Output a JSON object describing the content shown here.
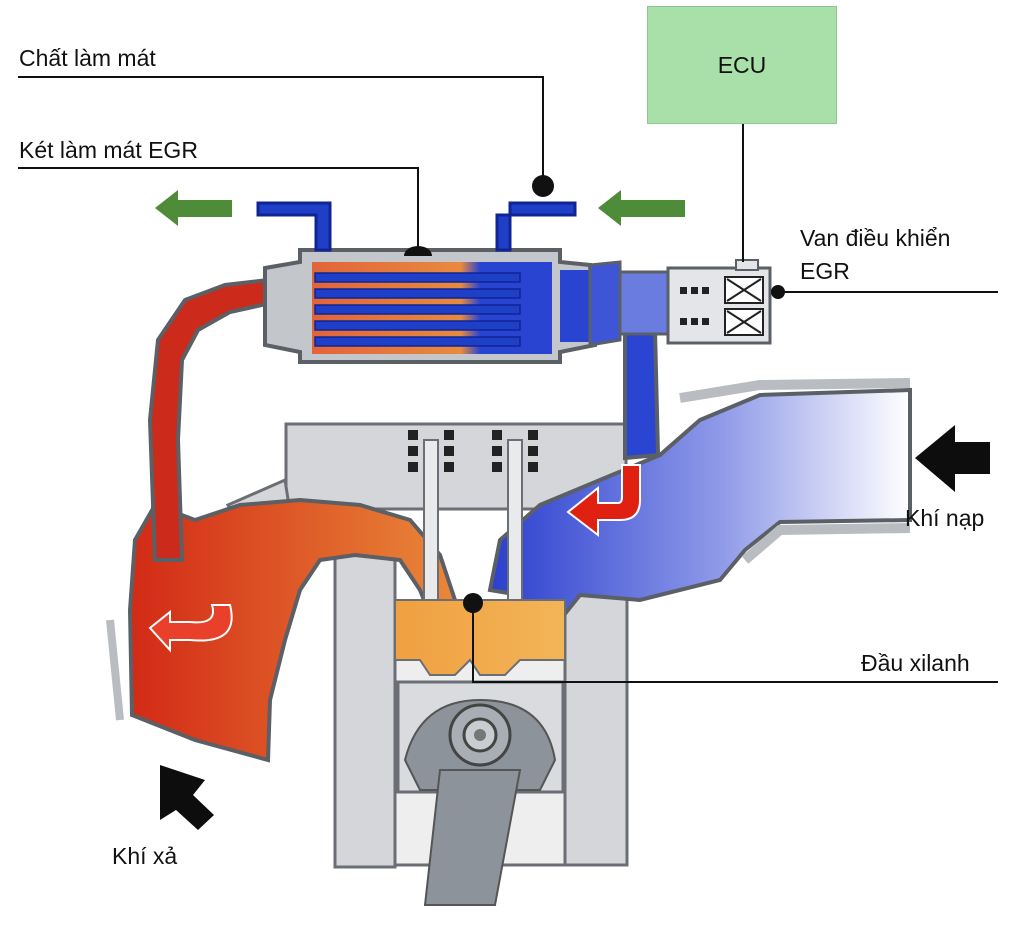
{
  "labels": {
    "coolant": "Chất làm mát",
    "egr_cooler": "Két làm mát EGR",
    "ecu": "ECU",
    "egr_valve_line1": "Van điều khiển",
    "egr_valve_line2": "EGR",
    "intake": "Khí nạp",
    "cylinder_head": "Đầu xilanh",
    "exhaust": "Khí xả"
  },
  "colors": {
    "exhaust_red": "#d8321e",
    "exhaust_orange": "#e8782e",
    "coolant_blue": "#1f3fc7",
    "intake_blue": "#3d55d6",
    "ecu_green": "#a9e0a9",
    "flow_arrow_green": "#4f8c3a",
    "engine_gray": "#cfd2d6"
  }
}
